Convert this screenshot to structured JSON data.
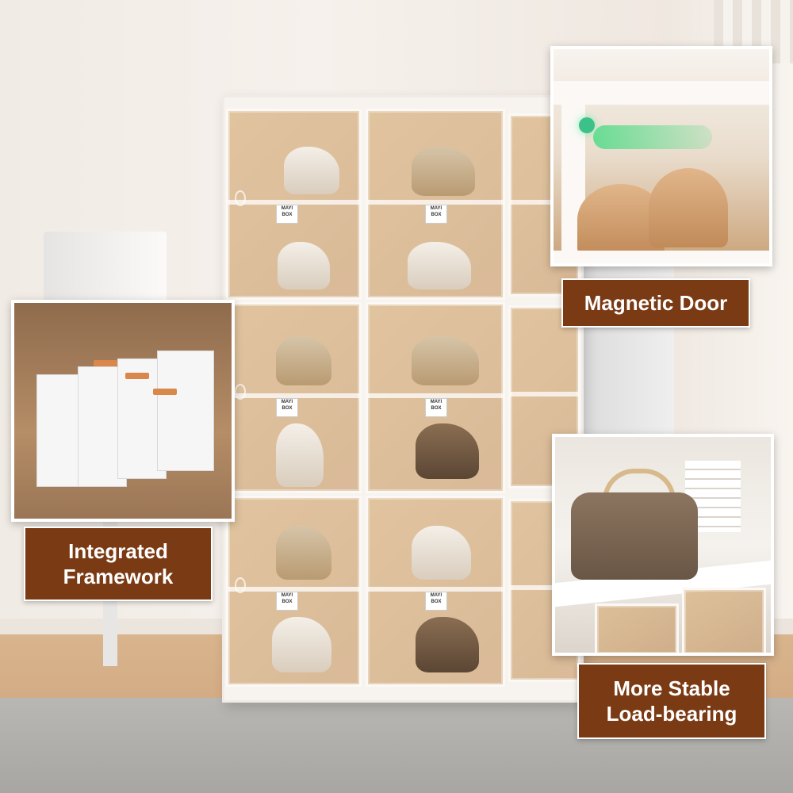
{
  "labels": {
    "magnetic_door": "Magnetic Door",
    "integrated_framework_line1": "Integrated",
    "integrated_framework_line2": "Framework",
    "load_bearing_line1": "More Stable",
    "load_bearing_line2": "Load-bearing"
  },
  "brand_badge": {
    "line1": "MAYI",
    "line2": "BOX"
  },
  "colors": {
    "label_background": "#7a3a14",
    "label_text": "#ffffff",
    "box_tint": "#c99664",
    "magnet_glow": "#3ec08a",
    "clip": "#d9874a"
  }
}
